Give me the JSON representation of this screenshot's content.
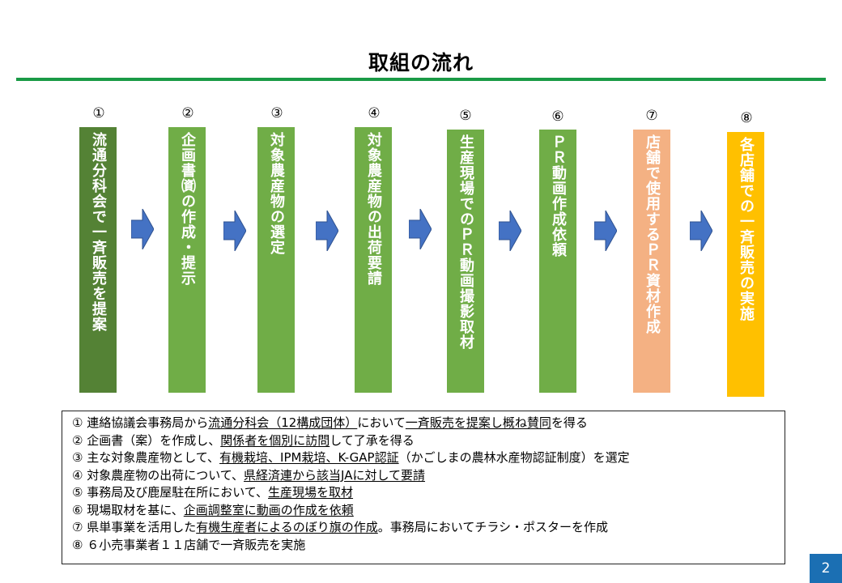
{
  "title": "取組の流れ",
  "colors": {
    "rule": "#1a9a46",
    "arrow": "#4472c4",
    "step_dark_green": "#548235",
    "step_green": "#70ad47",
    "step_orange": "#f4b183",
    "step_gold": "#ffc000",
    "page_badge": "#1b6fb3"
  },
  "steps": [
    {
      "num": "①",
      "label": "流通分科会で一斉販売を提案",
      "color": "#548235"
    },
    {
      "num": "②",
      "label": "企画書㈾の作成・提示",
      "color": "#70ad47"
    },
    {
      "num": "③",
      "label": "対象農産物の選定",
      "color": "#70ad47"
    },
    {
      "num": "④",
      "label": "対象農産物の出荷要請",
      "color": "#70ad47"
    },
    {
      "num": "⑤",
      "label": "生産現場でのＰＲ動画撮影取材",
      "color": "#70ad47"
    },
    {
      "num": "⑥",
      "label": "ＰＲ動画作成依頼",
      "color": "#70ad47"
    },
    {
      "num": "⑦",
      "label": "店舗で使用するＰＲ資材作成",
      "color": "#f4b183"
    },
    {
      "num": "⑧",
      "label": "各店舗での一斉販売の実施",
      "color": "#ffc000"
    }
  ],
  "notes": [
    {
      "parts": [
        {
          "t": "① 連絡協議会事務局から"
        },
        {
          "t": "流通分科会（12構成団体）",
          "u": true
        },
        {
          "t": "において"
        },
        {
          "t": "一斉販売を提案し概ね賛同",
          "u": true
        },
        {
          "t": "を得る"
        }
      ]
    },
    {
      "parts": [
        {
          "t": "② 企画書（案）を作成し、"
        },
        {
          "t": "関係者を個別に訪問",
          "u": true
        },
        {
          "t": "して了承を得る"
        }
      ]
    },
    {
      "parts": [
        {
          "t": "③ 主な対象農産物として、"
        },
        {
          "t": "有機栽培、IPM栽培、K-GAP認証",
          "u": true
        },
        {
          "t": "（かごしまの農林水産物認証制度）を選定"
        }
      ]
    },
    {
      "parts": [
        {
          "t": "④ 対象農産物の出荷について、"
        },
        {
          "t": "県経済連から該当JAに対して要請",
          "u": true
        }
      ]
    },
    {
      "parts": [
        {
          "t": "⑤ 事務局及び鹿屋駐在所において、"
        },
        {
          "t": "生産現場を取材",
          "u": true
        }
      ]
    },
    {
      "parts": [
        {
          "t": "⑥ 現場取材を基に、"
        },
        {
          "t": "企画調整室に動画の作成を依頼",
          "u": true
        }
      ]
    },
    {
      "parts": [
        {
          "t": "⑦ 県単事業を活用した"
        },
        {
          "t": "有機生産者によるのぼり旗の作成",
          "u": true
        },
        {
          "t": "。事務局においてチラシ・ポスターを作成"
        }
      ]
    },
    {
      "parts": [
        {
          "t": "⑧ ６小売事業者１１店舗で一斉販売を実施"
        }
      ]
    }
  ],
  "page_number": "2"
}
